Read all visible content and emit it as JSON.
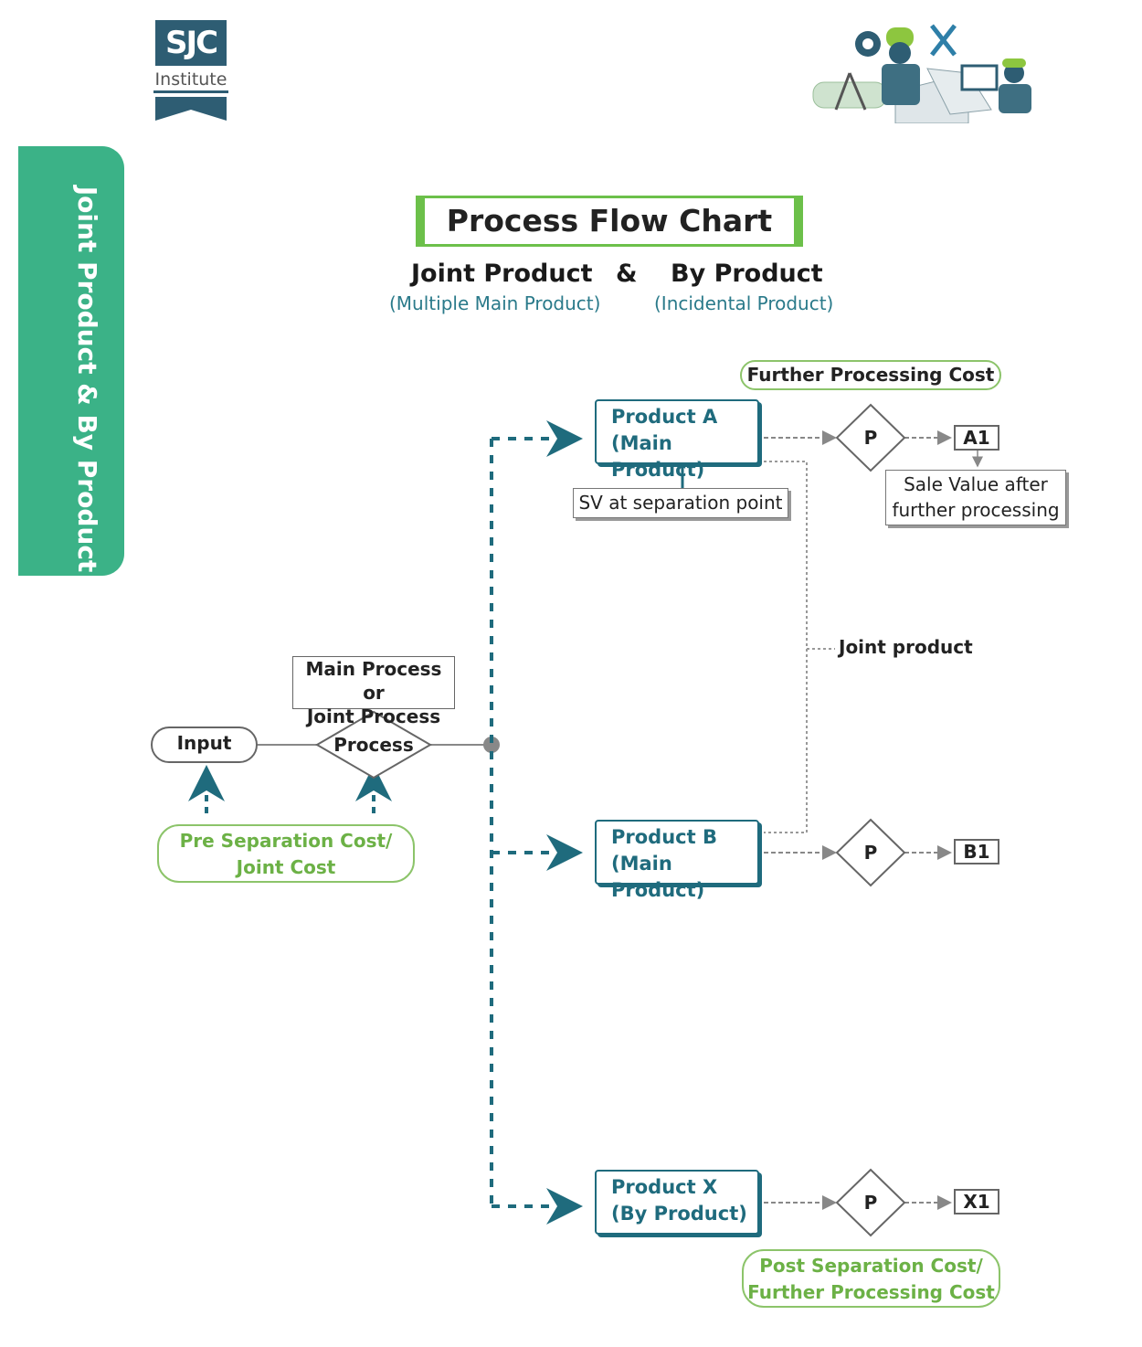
{
  "logo": {
    "brand": "SJC",
    "sub": "Institute"
  },
  "sidebar": {
    "label": "Joint Product & By Product"
  },
  "header": {
    "title": "Process Flow Chart",
    "left_heading": "Joint Product",
    "ampersand": "&",
    "right_heading": "By Product",
    "left_sub": "(Multiple Main Product)",
    "right_sub": "(Incidental Product)"
  },
  "diagram": {
    "further_processing_label": "Further Processing Cost",
    "product_a": {
      "line1": "Product A",
      "line2": "(Main Product)"
    },
    "product_b": {
      "line1": "Product B",
      "line2": "(Main Product)"
    },
    "product_x": {
      "line1": "Product X",
      "line2": "(By Product)"
    },
    "sv_label": "SV at separation point",
    "sale_value_line1": "Sale Value after",
    "sale_value_line2": "further processing",
    "joint_product_label": "Joint product",
    "main_process_line1": "Main Process or",
    "main_process_line2": "Joint Process",
    "input_label": "Input",
    "process_label": "Process",
    "pre_sep_line1": "Pre Separation Cost/",
    "pre_sep_line2": "Joint Cost",
    "post_sep_line1": "Post Separation Cost/",
    "post_sep_line2": "Further Processing Cost",
    "p_label": "P",
    "out_a": "A1",
    "out_b": "B1",
    "out_x": "X1"
  },
  "colors": {
    "teal": "#1f6b7d",
    "green": "#3bb287",
    "light_green": "#6cc04a"
  }
}
